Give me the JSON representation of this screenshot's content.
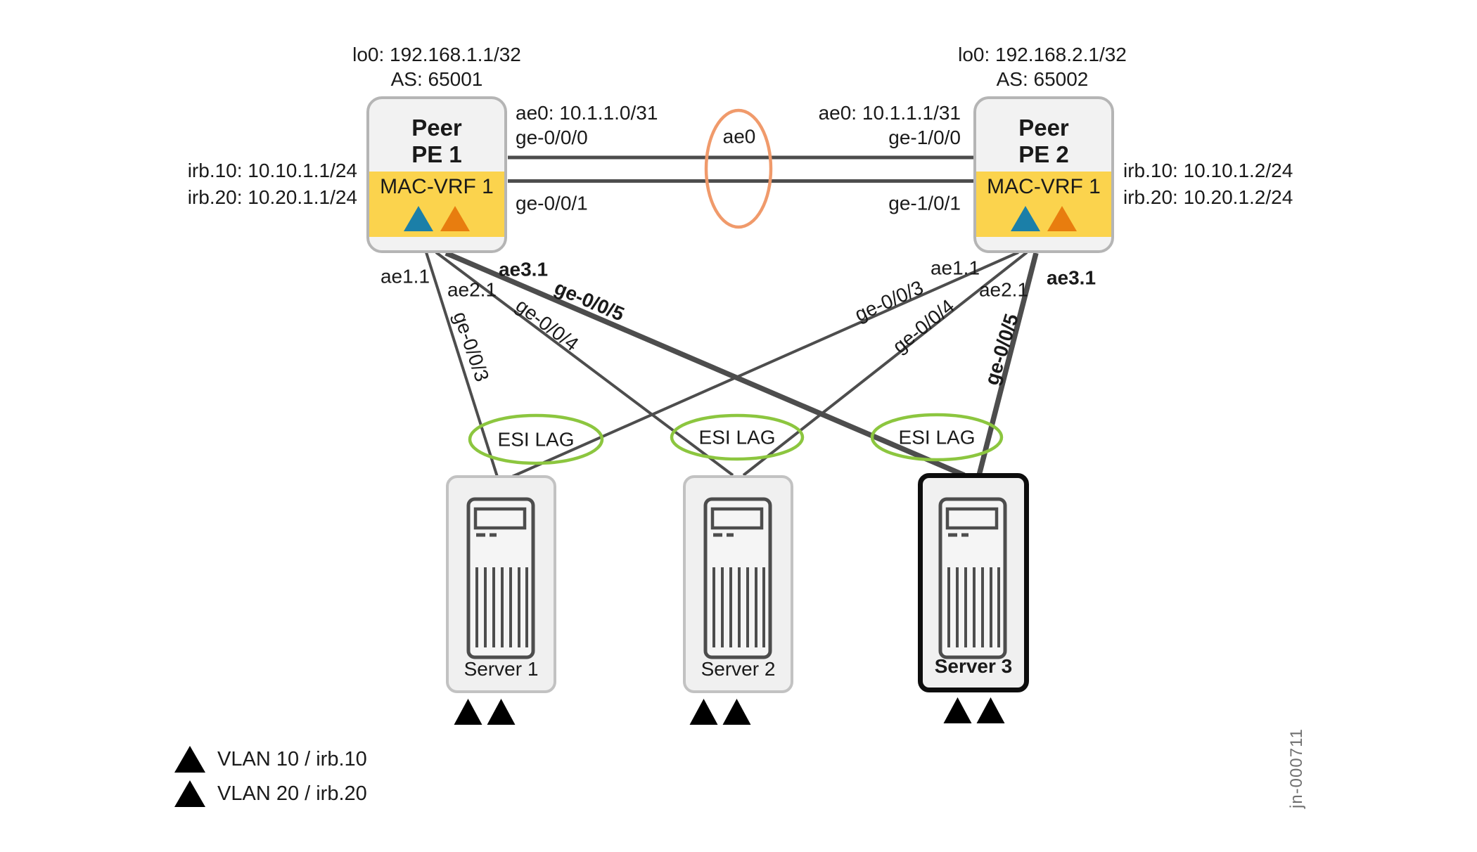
{
  "pe1": {
    "lo0": "lo0: 192.168.1.1/32",
    "as": "AS: 65001",
    "name_line1": "Peer",
    "name_line2": "PE 1",
    "vrf": "MAC-VRF 1",
    "irb10": "irb.10: 10.10.1.1/24",
    "irb20": "irb.20: 10.20.1.1/24"
  },
  "pe2": {
    "lo0": "lo0: 192.168.2.1/32",
    "as": "AS: 65002",
    "name_line1": "Peer",
    "name_line2": "PE 2",
    "vrf": "MAC-VRF 1",
    "irb10": "irb.10: 10.10.1.2/24",
    "irb20": "irb.20: 10.20.1.2/24"
  },
  "core_link": {
    "label": "ae0",
    "pe1_ae": "ae0: 10.1.1.0/31",
    "pe1_port_top": "ge-0/0/0",
    "pe1_port_bottom": "ge-0/0/1",
    "pe2_ae": "ae0: 10.1.1.1/31",
    "pe2_port_top": "ge-1/0/0",
    "pe2_port_bottom": "ge-1/0/1"
  },
  "pe1_fan": {
    "ae1": "ae1.1",
    "ae2": "ae2.1",
    "ae3": "ae3.1",
    "ge3": "ge-0/0/3",
    "ge4": "ge-0/0/4",
    "ge5": "ge-0/0/5"
  },
  "pe2_fan": {
    "ae1": "ae1.1",
    "ae2": "ae2.1",
    "ae3": "ae3.1",
    "ge3": "ge-0/0/3",
    "ge4": "ge-0/0/4",
    "ge5": "ge-0/0/5"
  },
  "esi": [
    {
      "label": "ESI LAG"
    },
    {
      "label": "ESI LAG"
    },
    {
      "label": "ESI LAG"
    }
  ],
  "servers": [
    {
      "label": "Server 1"
    },
    {
      "label": "Server 2"
    },
    {
      "label": "Server 3"
    }
  ],
  "legend": [
    {
      "label": "VLAN 10 / irb.10",
      "color": "#1b7fa8"
    },
    {
      "label": "VLAN 20 / irb.20",
      "color": "#e87d0f"
    }
  ],
  "watermark": "jn-000711",
  "colors": {
    "vlan10_triangle": "#1b7fa8",
    "vlan20_triangle": "#e87d0f",
    "mac_vrf_band": "#fbd34d",
    "ae0_ellipse": "#f09a6b",
    "esi_lag_ellipse": "#8cc63f",
    "link_line": "#4d4d4d",
    "node_fill": "#f2f2f2",
    "node_border": "#b5b5b5",
    "server3_border": "#0d0d0d"
  }
}
